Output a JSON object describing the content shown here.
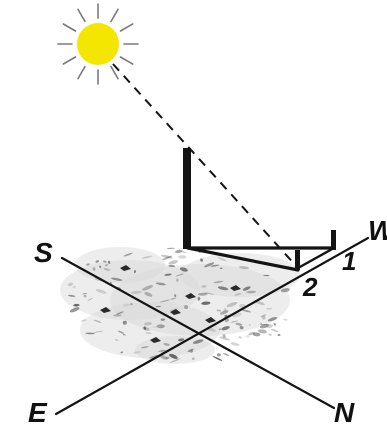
{
  "labels": {
    "south": "S",
    "west": "W",
    "east": "E",
    "north": "N",
    "mark_1": "1",
    "mark_2": "2"
  },
  "colors": {
    "sun_fill": "#f4e600",
    "sun_ray": "#7a7a7a",
    "ink": "#141414",
    "ground": "#9a9a9a"
  },
  "icons": {
    "sun": "sun-icon"
  }
}
